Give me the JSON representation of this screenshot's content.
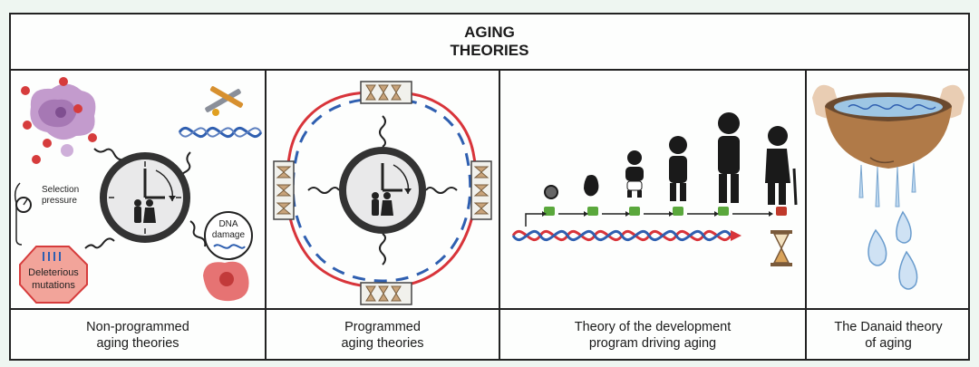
{
  "title": {
    "line1": "AGING",
    "line2": "THEORIES"
  },
  "panels": [
    {
      "caption_line1": "Non-programmed",
      "caption_line2": "aging theories",
      "labels": {
        "selection": "Selection",
        "pressure": "pressure",
        "deleterious": "Deleterious",
        "mutations": "mutations",
        "dna": "DNA",
        "damage": "damage"
      }
    },
    {
      "caption_line1": "Programmed",
      "caption_line2": "aging theories"
    },
    {
      "caption_line1": "Theory of the development",
      "caption_line2": "program driving aging"
    },
    {
      "caption_line1": "The Danaid theory",
      "caption_line2": "of aging"
    }
  ],
  "colors": {
    "dna_red": "#d8343a",
    "dna_blue": "#2f5fb0",
    "thumb_green": "#5aa83c",
    "thumb_red": "#c0392b",
    "clock_face": "#e9e9ea",
    "clock_rim": "#333333"
  }
}
